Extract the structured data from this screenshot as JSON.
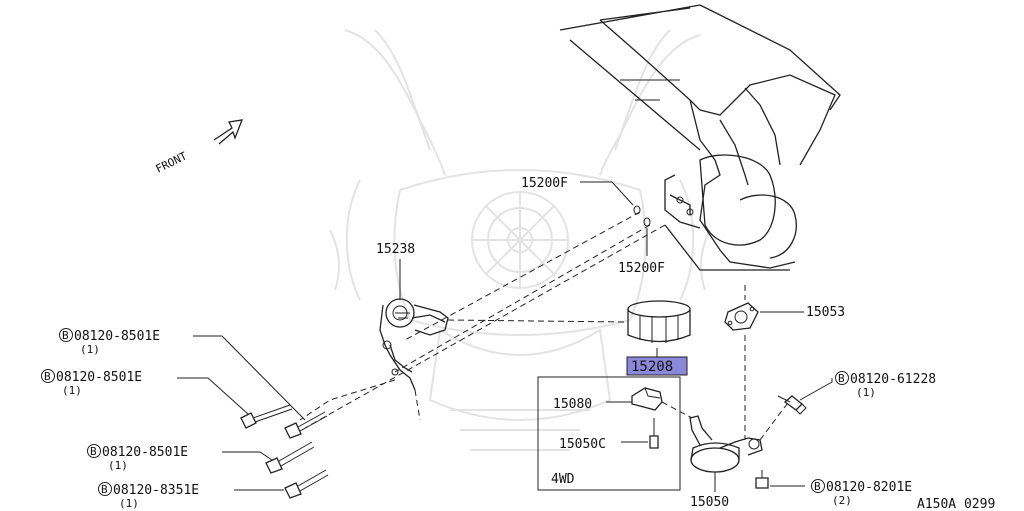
{
  "front_label": "FRONT",
  "labels": {
    "p15200F_top": "15200F",
    "p15200F_bot": "15200F",
    "p15238": "15238",
    "p15053": "15053",
    "p15208": "15208",
    "p15080": "15080",
    "p15050C": "15050C",
    "p15050": "15050",
    "box_4wd": "4WD",
    "code": "A150A 0299"
  },
  "bolts": [
    {
      "b": "B",
      "num": "08120-8501E",
      "qty": "(1)"
    },
    {
      "b": "B",
      "num": "08120-8501E",
      "qty": "(1)"
    },
    {
      "b": "B",
      "num": "08120-8501E",
      "qty": "(1)"
    },
    {
      "b": "B",
      "num": "08120-8351E",
      "qty": "(1)"
    },
    {
      "b": "B",
      "num": "08120-61228",
      "qty": "(1)"
    },
    {
      "b": "B",
      "num": "08120-8201E",
      "qty": "(2)"
    }
  ],
  "colors": {
    "highlight": "#8b87d9",
    "line": "#222222",
    "watermark": "#e3e3e3"
  }
}
